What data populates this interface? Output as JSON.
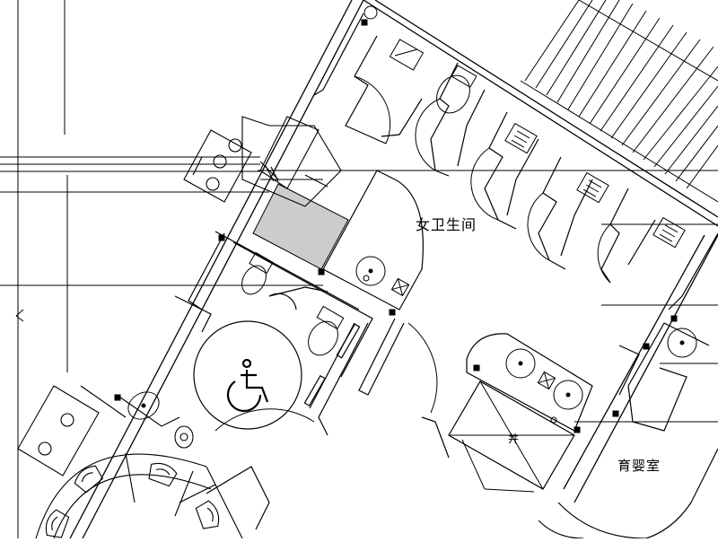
{
  "labels": {
    "women_restroom": "女卫生间",
    "nursery": "育婴室",
    "shaft": "井"
  },
  "colors": {
    "line": "#000000",
    "background": "#ffffff",
    "shaded_block": "#cccccc"
  },
  "icons": {
    "accessible": "wheelchair-symbol"
  }
}
